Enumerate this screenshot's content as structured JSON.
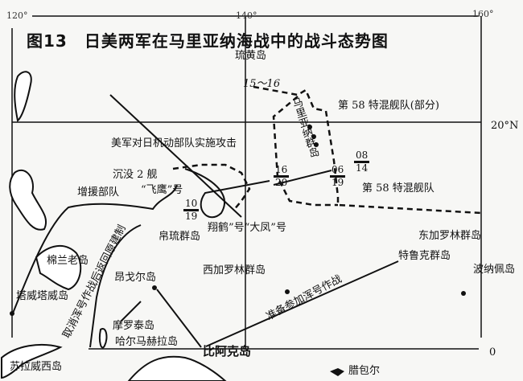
{
  "title": "图13　日美两军在马里亚纳海战中的战斗态势图",
  "grid": {
    "lon_120": "120°",
    "lon_140": "140°",
    "lon_160": "160°",
    "lat_20": "20°N",
    "lat_0": "0"
  },
  "labels": {
    "iwo_jima": "琉黄岛",
    "date_15_16": "15～16",
    "tf58_part": "第 58 特混舰队(部分)",
    "marianas": "马里亚纳群岛",
    "us_attack": "美军对日机动部队实施攻击",
    "sunk_2": "沉没 2 舰",
    "hiyo": "“飞鹰”号",
    "shokaku_taiho": "翔鹤”号“大凤”号",
    "tf58": "第 58 特混舰队",
    "reinforcement": "增援部队",
    "mindanao": "棉兰老岛",
    "tawitawi": "塔威塔威岛",
    "return_text": "取消浑号作战后返回原建制",
    "angaur": "昂戈尔岛",
    "palau": "帛琉群岛",
    "west_caroline": "西加罗林群岛",
    "prepare_kon": "准备参加浑号作战",
    "east_caroline": "东加罗林群岛",
    "truk": "特鲁克群岛",
    "ponape": "波纳佩岛",
    "morotai": "摩罗泰岛",
    "halmahera": "哈尔马赫拉岛",
    "biak": "比阿克岛",
    "sulawesi": "苏拉威西岛",
    "rabaul": "腊包尔"
  },
  "dates": [
    {
      "top": "10",
      "bottom": "19"
    },
    {
      "top": "16",
      "bottom": "20"
    },
    {
      "top": "06",
      "bottom": "19"
    },
    {
      "top": "08",
      "bottom": "14"
    }
  ]
}
